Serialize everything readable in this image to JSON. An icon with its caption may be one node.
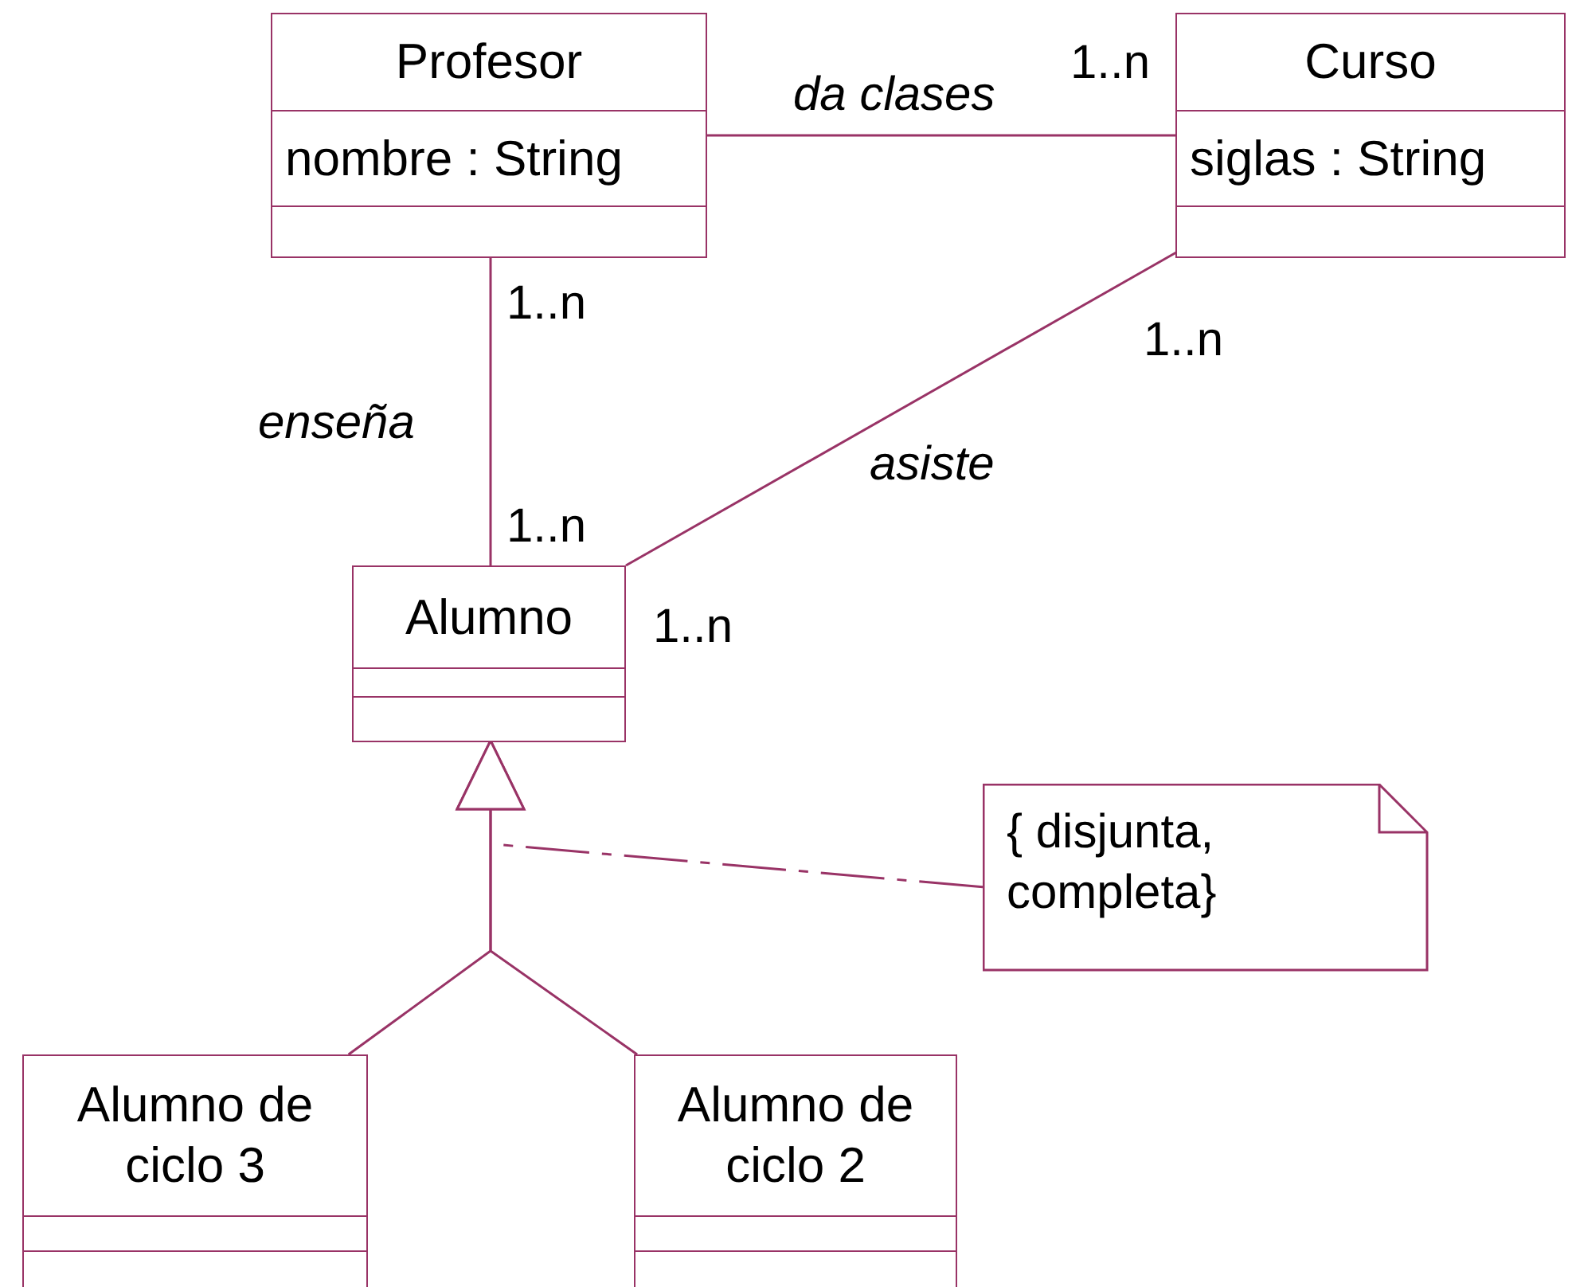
{
  "diagram": {
    "nodes": [
      {
        "text": [
          "Profesor",
          "nombre : String"
        ]
      },
      {
        "text": [
          "Curso",
          "siglas : String"
        ]
      },
      {
        "text": [
          "Alumno"
        ]
      },
      {
        "text": [
          "Alumno de ciclo 3"
        ]
      },
      {
        "text": [
          "Alumno de ciclo 2"
        ]
      },
      {
        "text": [
          "{ disjunta, completa}"
        ]
      }
    ],
    "edges": [
      {
        "from": 0,
        "to": 1,
        "arrow": "none",
        "label": "da clases"
      },
      {
        "from": 0,
        "to": 2,
        "arrow": "none",
        "label": "enseña"
      },
      {
        "from": 1,
        "to": 2,
        "arrow": "none",
        "label": "asiste"
      },
      {
        "from": 3,
        "to": 2,
        "arrow": "to"
      },
      {
        "from": 4,
        "to": 2,
        "arrow": "to"
      },
      {
        "from": 5,
        "to": null,
        "arrow": "none",
        "style": "dashed"
      }
    ],
    "labels": [
      "1..n",
      "1..n",
      "1..n",
      "1..n",
      "1..n"
    ]
  }
}
